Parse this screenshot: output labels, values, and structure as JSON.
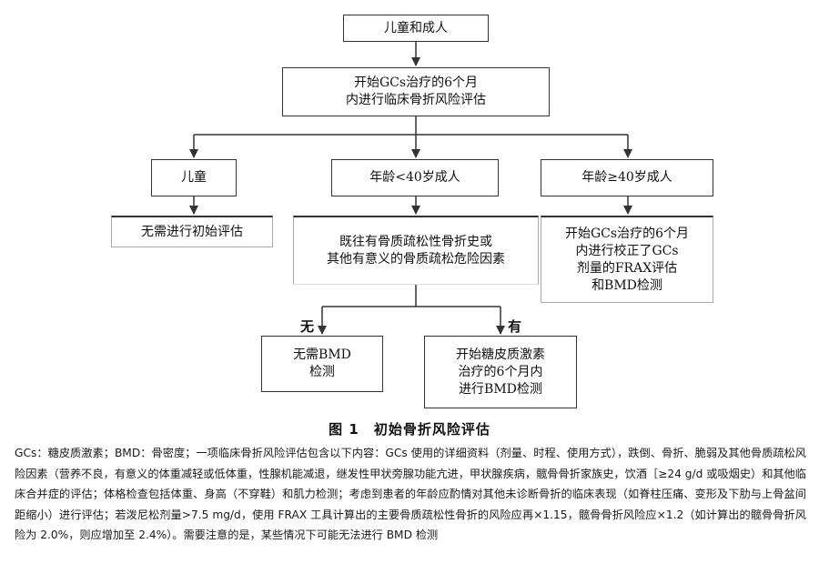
{
  "flowchart": {
    "root": "儿童和成人",
    "initial": "开始GCs治疗的6个月\n内进行临床骨折风险评估",
    "child": "儿童",
    "adult_young": "年龄<40岁成人",
    "adult_old": "年龄≥40岁成人",
    "child_action": "无需进行初始评估",
    "young_question": "既往有骨质疏松性骨折史或\n其他有意义的骨质疏松危险因素",
    "old_action": "开始GCs治疗的6个月\n内进行校正了GCs\n剂量的FRAX评估\n和BMD检测",
    "branch_no": "无",
    "branch_yes": "有",
    "no_bmd": "无需BMD\n检测",
    "yes_bmd": "开始糖皮质激素\n治疗的6个月内\n进行BMD检测"
  },
  "caption": "图 1　初始骨折风险评估",
  "note": "GCs：糖皮质激素；BMD：骨密度；一项临床骨折风险评估包含以下内容：GCs 使用的详细资料（剂量、时程、使用方式），跌倒、骨折、脆弱及其他骨质疏松风险因素（营养不良，有意义的体重减轻或低体重，性腺机能减退，继发性甲状旁腺功能亢进，甲状腺疾病，髋骨骨折家族史，饮酒［≥24 g/d 或吸烟史）和其他临床合并症的评估；体格检查包括体重、身高（不穿鞋）和肌力检测；考虑到患者的年龄应酌情对其他未诊断骨折的临床表现（如脊柱压痛、变形及下肋与上骨盆间距缩小）进行评估；若泼尼松剂量>7.5 mg/d，使用 FRAX 工具计算出的主要骨质疏松性骨折的风险应再×1.15，髋骨骨折风险应×1.2（如计算出的髋骨骨折风险为 2.0%，则应增加至 2.4%）。需要注意的是，某些情况下可能无法进行 BMD 检测"
}
